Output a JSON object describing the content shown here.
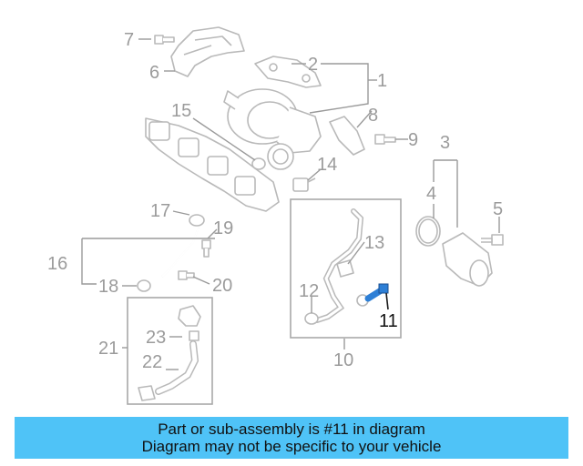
{
  "callouts": {
    "c1": "1",
    "c2": "2",
    "c3": "3",
    "c4": "4",
    "c5": "5",
    "c6": "6",
    "c7": "7",
    "c8": "8",
    "c9": "9",
    "c10": "10",
    "c11": "11",
    "c12": "12",
    "c13": "13",
    "c14": "14",
    "c15": "15",
    "c16": "16",
    "c17": "17",
    "c18": "18",
    "c19": "19",
    "c20": "20",
    "c21": "21",
    "c22": "22",
    "c23": "23"
  },
  "highlighted_part": "11",
  "colors": {
    "banner": "#4fc3f7",
    "highlight_part": "#2d7fd6",
    "callout_text": "#9b9b9b"
  },
  "footer": {
    "line1": "Part or sub-assembly is #11 in diagram",
    "line2": "Diagram may not be specific to your vehicle"
  }
}
